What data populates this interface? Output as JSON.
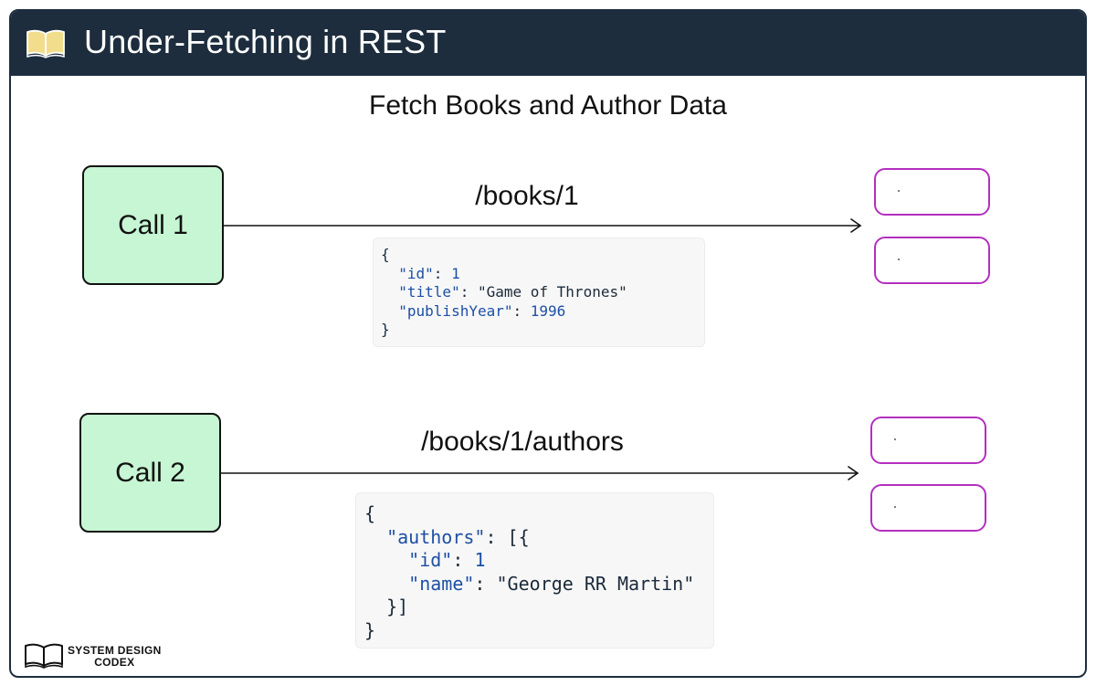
{
  "header": {
    "title": "Under-Fetching in REST",
    "icon": "open-book-icon"
  },
  "subtitle": "Fetch Books and Author Data",
  "calls": [
    {
      "label": "Call 1",
      "endpoint": "/books/1",
      "response": {
        "open": "{",
        "fields": [
          {
            "key": "\"id\"",
            "sep": ": ",
            "value": "1",
            "value_type": "number"
          },
          {
            "key": "\"title\"",
            "sep": ": ",
            "value": "\"Game of Thrones\"",
            "value_type": "string"
          },
          {
            "key": "\"publishYear\"",
            "sep": ": ",
            "value": "1996",
            "value_type": "number"
          }
        ],
        "close": "}"
      }
    },
    {
      "label": "Call 2",
      "endpoint": "/books/1/authors",
      "response": {
        "open": "{",
        "array_key": "\"authors\"",
        "array_open": ": [{",
        "fields": [
          {
            "key": "\"id\"",
            "sep": ": ",
            "value": "1",
            "value_type": "number"
          },
          {
            "key": "\"name\"",
            "sep": ": ",
            "value": "\"George RR Martin\"",
            "value_type": "string"
          }
        ],
        "array_close": "}]",
        "close": "}"
      }
    }
  ],
  "branding": {
    "line1": "SYSTEM DESIGN",
    "line2": "CODEX",
    "icon": "book-logo-icon"
  },
  "colors": {
    "header_bg": "#1d2d3e",
    "call_box_bg": "#c6f6d3",
    "result_box_border": "#b32fbf",
    "code_key": "#1e4fa3",
    "code_bg": "#f7f7f7"
  }
}
